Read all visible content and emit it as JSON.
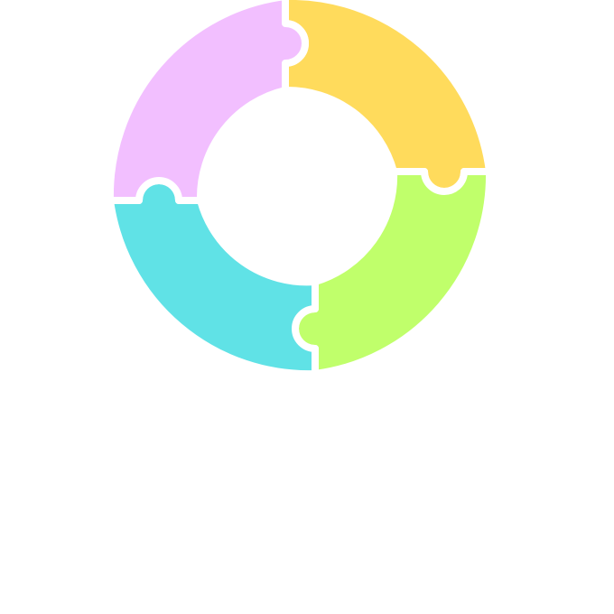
{
  "diagram": {
    "type": "puzzle-ring",
    "pieces": [
      {
        "name": "puzzle-piece-yellow",
        "color": "#FFDB5C"
      },
      {
        "name": "puzzle-piece-green",
        "color": "#C0FF6B"
      },
      {
        "name": "puzzle-piece-cyan",
        "color": "#60E2E6"
      },
      {
        "name": "puzzle-piece-pink",
        "color": "#F2BFFF"
      }
    ]
  }
}
